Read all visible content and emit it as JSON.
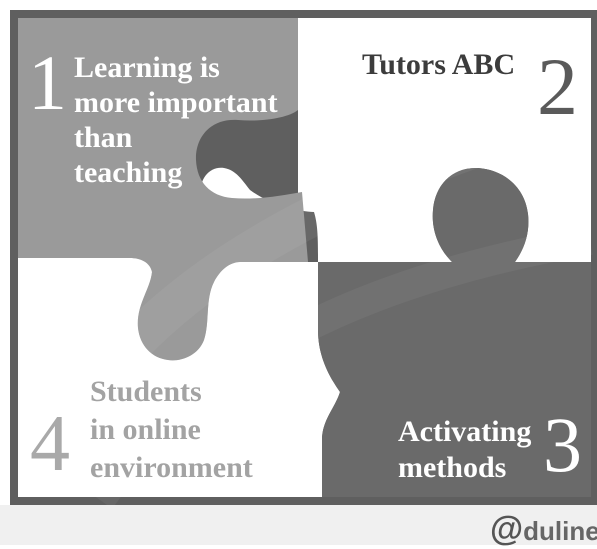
{
  "pieces": {
    "p1": {
      "number": "1",
      "lines": [
        "Learning is",
        "more important",
        "than",
        "teaching"
      ]
    },
    "p2": {
      "number": "2",
      "lines": [
        "Tutors ABC"
      ]
    },
    "p3": {
      "number": "3",
      "lines": [
        "Activating",
        "methods"
      ]
    },
    "p4": {
      "number": "4",
      "lines": [
        "Students",
        "in online",
        "environment"
      ]
    }
  },
  "logo": {
    "at": "@",
    "text": "duline"
  },
  "colors": {
    "frame": "#5f5f5f",
    "piece1": "#9a9a9a",
    "piece2": "#ffffff",
    "piece3": "#6a6a6a",
    "piece4": "#ffffff",
    "footer": "#f0f0f0"
  }
}
